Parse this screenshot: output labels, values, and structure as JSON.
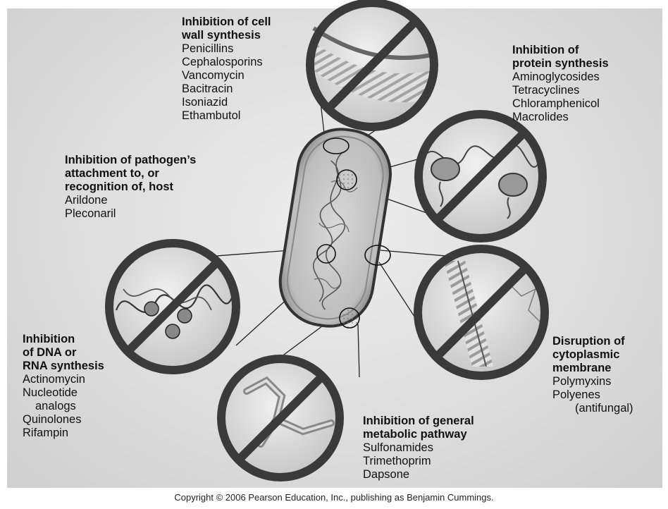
{
  "groups": {
    "cell_wall": {
      "title": [
        "Inhibition of cell",
        "wall synthesis"
      ],
      "drugs": [
        "Penicillins",
        "Cephalosporins",
        "Vancomycin",
        "Bacitracin",
        "Isoniazid",
        "Ethambutol"
      ]
    },
    "protein": {
      "title": [
        "Inhibition of",
        "protein synthesis"
      ],
      "drugs": [
        "Aminoglycosides",
        "Tetracyclines",
        "Chloramphenicol",
        "Macrolides"
      ]
    },
    "attachment": {
      "title": [
        "Inhibition of pathogen’s",
        "attachment to, or",
        "recognition of, host"
      ],
      "drugs": [
        "Arildone",
        "Pleconaril"
      ]
    },
    "dna_rna": {
      "title": [
        "Inhibition",
        "of DNA or",
        "RNA synthesis"
      ],
      "drugs": [
        "Actinomycin",
        "Nucleotide",
        "analogs",
        "Quinolones",
        "Rifampin"
      ]
    },
    "membrane": {
      "title": [
        "Disruption of",
        "cytoplasmic",
        "membrane"
      ],
      "drugs": [
        "Polymyxins",
        "Polyenes",
        "(antifungal)"
      ]
    },
    "metabolic": {
      "title": [
        "Inhibition of general",
        "metabolic pathway"
      ],
      "drugs": [
        "Sulfonamides",
        "Trimethoprim",
        "Dapsone"
      ]
    }
  },
  "copyright": "Copyright © 2006 Pearson Education, Inc., publishing as Benjamin Cummings."
}
